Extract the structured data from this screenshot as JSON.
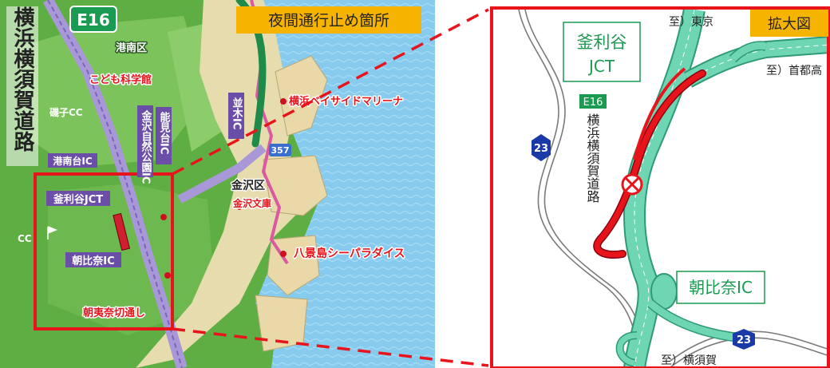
{
  "left_map": {
    "route_badge": "E16",
    "title": "夜間通行止め箇所",
    "expressway_name": "横浜横須賀道路",
    "labels": {
      "minami_ku": "港南区",
      "kodomo": "こども科学館",
      "isogo_cc": "磯子CC",
      "namiki_ic": "並木IC",
      "kanazawa_park": "金沢自然公園IC",
      "nokendai": "能見台IC",
      "sankeidai": "港南台IC",
      "baysail": "横浜ベイサイドマリーナ",
      "route_357": "357",
      "kanazawa_ku": "金沢区",
      "kanazawa_bunko": "金沢文庫",
      "kamariya_jct": "釜利谷JCT",
      "asahina_ic": "朝比奈IC",
      "asahina_pass": "朝夷奈切通し",
      "hakkeijima": "八景島シーパラダイス",
      "golf_left": "CC"
    }
  },
  "right_map": {
    "title": "拡大図",
    "jct_name_line1": "釜利谷",
    "jct_name_line2": "JCT",
    "route_badge": "E16",
    "expressway_name": "横浜横須賀道路",
    "to_tokyo": "至）東京",
    "to_shuto": "至）首都高",
    "to_yokosuka": "至）横須賀",
    "ic_name": "朝比奈IC",
    "route_23_a": "23",
    "route_23_b": "23"
  },
  "colors": {
    "closure_red": "#e8141c",
    "badge_orange": "#f6b400",
    "expressway_green": "#6fd6b4",
    "route_badge_green": "#1b9a52",
    "national_route_blue": "#1a3aa8",
    "sea_blue": "#7ec5ec",
    "land_green": "#58a93f",
    "expressway_purple": "#a898d8"
  }
}
